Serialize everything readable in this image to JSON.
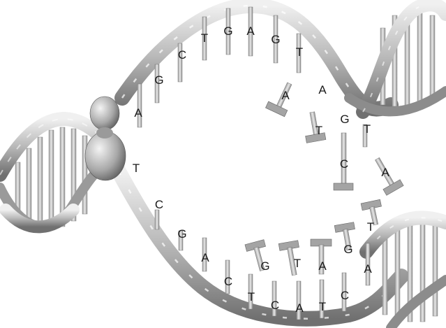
{
  "colors": {
    "background": "#ffffff",
    "backbone_light": "#e6e6e6",
    "backbone_mid": "#b5b5b5",
    "backbone_dark": "#6f6f6f",
    "rung": "#c9c9c9",
    "rung_edge": "#8a8a8a",
    "enzyme": "#a9a9a9"
  },
  "enzyme": {
    "name": "polymerase-icon"
  },
  "template_top": {
    "bases": [
      "G",
      "C",
      "T",
      "G",
      "A",
      "G",
      "T",
      "A"
    ]
  },
  "template_bottom": {
    "bases": [
      "T",
      "C",
      "G",
      "A",
      "C",
      "T",
      "C",
      "A",
      "T",
      "C"
    ]
  },
  "free_nucleotides_top": {
    "bases": [
      "A",
      "A",
      "T",
      "G",
      "T",
      "C",
      "A"
    ]
  },
  "free_nucleotides_bottom": {
    "bases": [
      "G",
      "T",
      "A",
      "G",
      "T",
      "A"
    ]
  }
}
